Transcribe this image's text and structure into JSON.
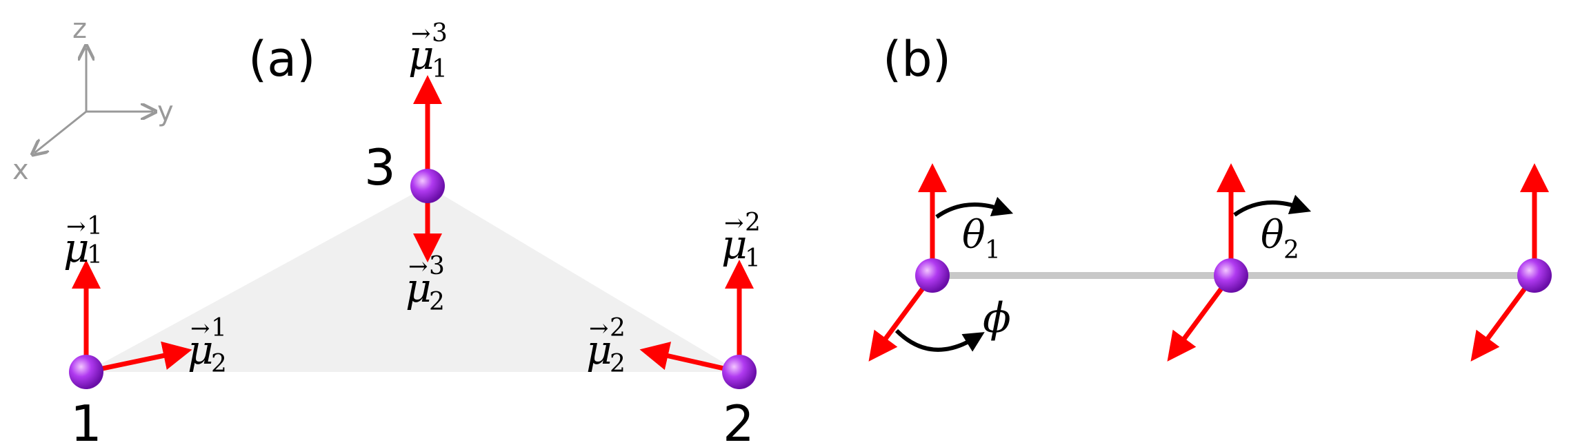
{
  "axes": {
    "z": "z",
    "y": "y",
    "x": "x"
  },
  "panel_a": {
    "label": "(a)",
    "atom_labels": [
      "1",
      "2",
      "3"
    ],
    "vectors": {
      "mu1_1": {
        "base": "μ",
        "sup": "1",
        "sub": "1"
      },
      "mu2_1": {
        "base": "μ",
        "sup": "1",
        "sub": "2"
      },
      "mu1_2": {
        "base": "μ",
        "sup": "2",
        "sub": "1"
      },
      "mu2_2": {
        "base": "μ",
        "sup": "2",
        "sub": "2"
      },
      "mu1_3": {
        "base": "μ",
        "sup": "3",
        "sub": "1"
      },
      "mu2_3": {
        "base": "μ",
        "sup": "3",
        "sub": "2"
      }
    }
  },
  "panel_b": {
    "label": "(b)",
    "angles": {
      "theta1": {
        "base": "θ",
        "sub": "1"
      },
      "theta2": {
        "base": "θ",
        "sub": "2"
      },
      "phi": {
        "base": "ϕ"
      }
    }
  },
  "colors": {
    "arrow": "#ff0000",
    "atom": "#a020f0",
    "triangle": "#f0f0f0",
    "chain": "#c8c8c8",
    "axis": "#999999",
    "curve": "#000000"
  }
}
